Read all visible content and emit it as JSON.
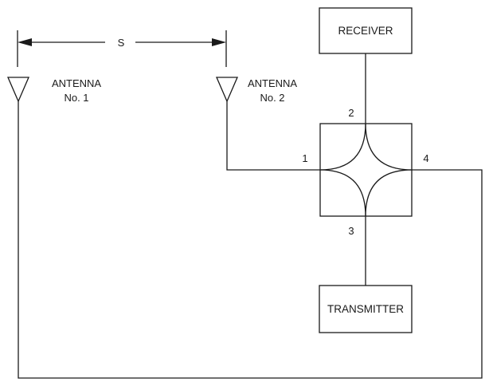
{
  "spacing": {
    "label": "S"
  },
  "antenna_1": {
    "line1": "ANTENNA",
    "line2": "No. 1"
  },
  "antenna_2": {
    "line1": "ANTENNA",
    "line2": "No. 2"
  },
  "receiver": {
    "label": "RECEIVER"
  },
  "transmitter": {
    "label": "TRANSMITTER"
  },
  "hybrid": {
    "ports": [
      "1",
      "2",
      "3",
      "4"
    ]
  }
}
